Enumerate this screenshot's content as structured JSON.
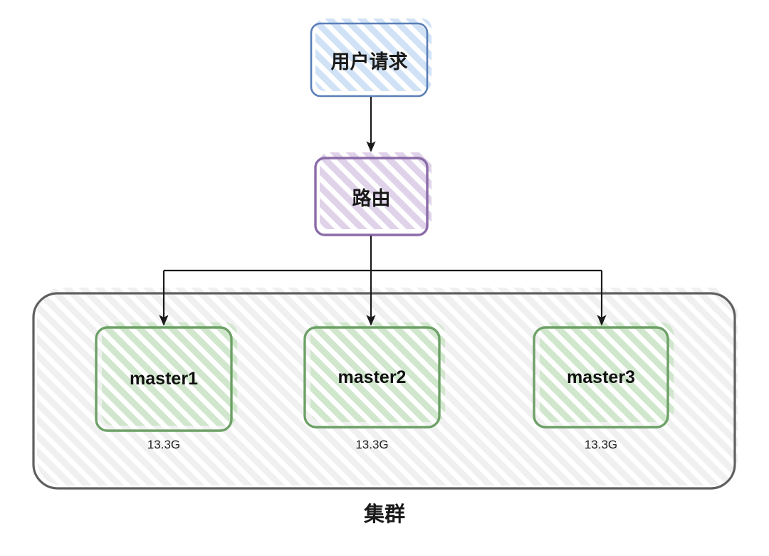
{
  "diagram": {
    "title": "",
    "nodes": {
      "user_request": {
        "label": "用户请求",
        "shape": "rounded-rect",
        "stroke": "#5a7fb8",
        "fill": "#cfe0f5"
      },
      "router": {
        "label": "路由",
        "shape": "rounded-rect",
        "stroke": "#8b6ba8",
        "fill": "#ddd0e8"
      },
      "masters": [
        {
          "label": "master1",
          "size": "13.3G",
          "stroke": "#6da167",
          "fill": "#cfe6cb"
        },
        {
          "label": "master2",
          "size": "13.3G",
          "stroke": "#6da167",
          "fill": "#cfe6cb"
        },
        {
          "label": "master3",
          "size": "13.3G",
          "stroke": "#6da167",
          "fill": "#cfe6cb"
        }
      ],
      "cluster": {
        "label": "集群",
        "shape": "rounded-rect",
        "stroke": "#5f5f5f",
        "fill": "#ededed"
      }
    },
    "edges": [
      {
        "from": "user_request",
        "to": "router",
        "style": "arrow"
      },
      {
        "from": "router",
        "to": "master1",
        "style": "arrow"
      },
      {
        "from": "router",
        "to": "master2",
        "style": "arrow"
      },
      {
        "from": "router",
        "to": "master3",
        "style": "arrow"
      }
    ],
    "colors": {
      "arrow": "#1a1a1a",
      "background": "#ffffff"
    }
  }
}
